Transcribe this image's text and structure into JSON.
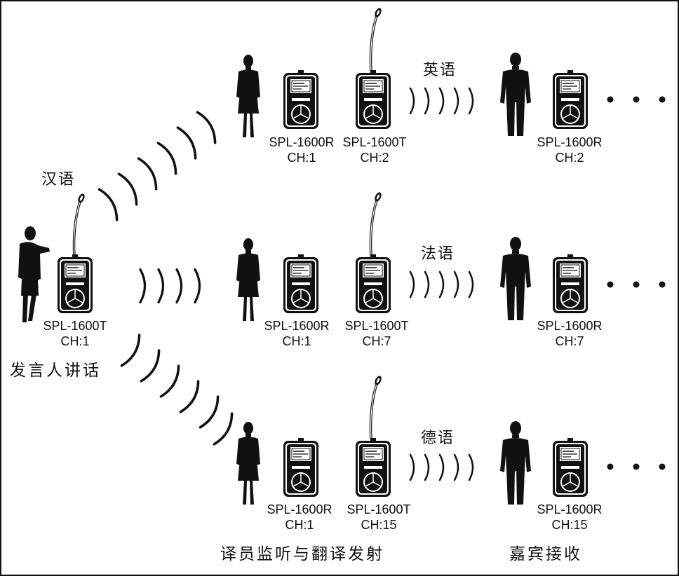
{
  "speaker": {
    "language": "汉语",
    "device_model": "SPL-1600T",
    "device_channel": "CH:1",
    "caption": "发言人讲话"
  },
  "rows": [
    {
      "language": "英语",
      "interpreter_receiver": {
        "model": "SPL-1600R",
        "channel": "CH:1"
      },
      "interpreter_transmitter": {
        "model": "SPL-1600T",
        "channel": "CH:2"
      },
      "guest_receiver": {
        "model": "SPL-1600R",
        "channel": "CH:2"
      }
    },
    {
      "language": "法语",
      "interpreter_receiver": {
        "model": "SPL-1600R",
        "channel": "CH:1"
      },
      "interpreter_transmitter": {
        "model": "SPL-1600T",
        "channel": "CH:7"
      },
      "guest_receiver": {
        "model": "SPL-1600R",
        "channel": "CH:7"
      }
    },
    {
      "language": "德语",
      "interpreter_receiver": {
        "model": "SPL-1600R",
        "channel": "CH:1"
      },
      "interpreter_transmitter": {
        "model": "SPL-1600T",
        "channel": "CH:15"
      },
      "guest_receiver": {
        "model": "SPL-1600R",
        "channel": "CH:15"
      }
    }
  ],
  "footer": {
    "interpreter_caption": "译员监听与翻译发射",
    "guest_caption": "嘉宾接收"
  },
  "icons": {
    "speaker": "speaker-figure-icon",
    "interpreter": "interpreter-figure-icon",
    "guest": "guest-figure-icon",
    "transmitter": "transmitter-device-icon",
    "receiver": "receiver-device-icon",
    "wave": "radio-wave-icon",
    "more": "ellipsis-icon"
  },
  "colors": {
    "ink": "#111111",
    "background": "#ffffff"
  }
}
